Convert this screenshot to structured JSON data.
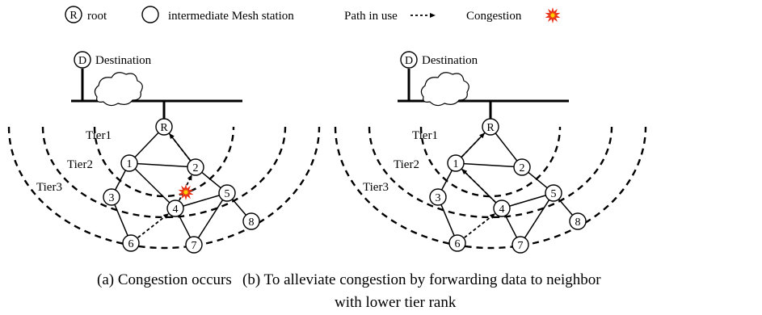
{
  "legend": {
    "root_symbol": "R",
    "root_label": "root",
    "intermediate_label": "intermediate Mesh station",
    "path_label": "Path in use",
    "congestion_label": "Congestion"
  },
  "panels": [
    {
      "id": "a",
      "destination_symbol": "D",
      "destination_label": "Destination",
      "tiers": [
        "Tier1",
        "Tier2",
        "Tier3"
      ],
      "nodes": [
        "R",
        "1",
        "2",
        "3",
        "4",
        "5",
        "6",
        "7",
        "8"
      ],
      "caption": "(a) Congestion occurs",
      "caption_line2": ""
    },
    {
      "id": "b",
      "destination_symbol": "D",
      "destination_label": "Destination",
      "tiers": [
        "Tier1",
        "Tier2",
        "Tier3"
      ],
      "nodes": [
        "R",
        "1",
        "2",
        "3",
        "4",
        "5",
        "6",
        "7",
        "8"
      ],
      "caption": "(b) To alleviate congestion by forwarding data to neighbor",
      "caption_line2": "with lower tier rank"
    }
  ],
  "colors": {
    "ink": "#000000",
    "congestion_fill": "#e8321a",
    "congestion_core": "#ffd400"
  }
}
